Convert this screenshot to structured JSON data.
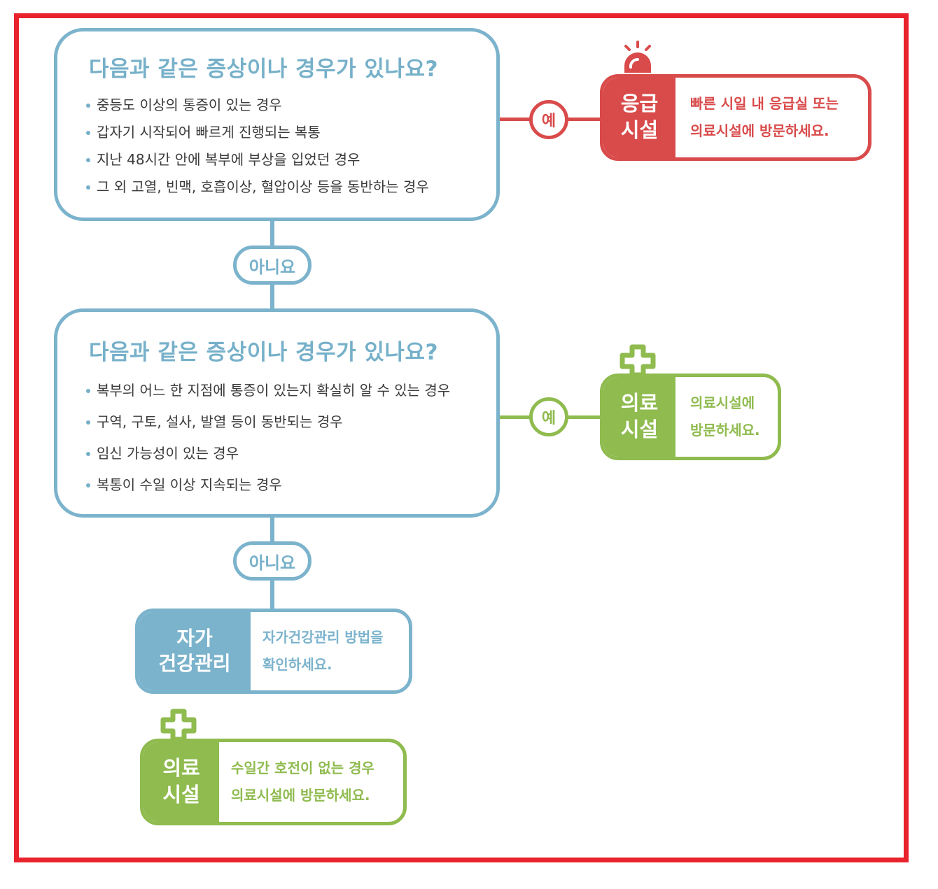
{
  "colors": {
    "frame": "#e8232c",
    "question": "#7cb3cc",
    "emergency": "#d94b4b",
    "medical": "#8fbb4f",
    "selfcare": "#7cb3cc"
  },
  "question1": {
    "title": "다음과 같은 증상이나 경우가 있나요?",
    "items": [
      "중등도 이상의 통증이 있는 경우",
      "갑자기 시작되어 빠르게 진행되는 복통",
      "지난 48시간 안에 복부에 부상을 입었던 경우",
      "그 외 고열, 빈맥, 호흡이상, 혈압이상 등을 동반하는 경우"
    ],
    "yes_label": "예",
    "no_label": "아니요"
  },
  "emergency": {
    "tag_line1": "응급",
    "tag_line2": "시설",
    "msg_line1": "빠른 시일 내 응급실 또는",
    "msg_line2": "의료시설에 방문하세요.",
    "icon": "siren-icon"
  },
  "question2": {
    "title": "다음과 같은 증상이나 경우가 있나요?",
    "items": [
      "복부의 어느 한 지점에 통증이 있는지 확실히 알 수 있는 경우",
      "구역, 구토, 설사, 발열 등이 동반되는 경우",
      "임신 가능성이 있는 경우",
      "복통이 수일 이상 지속되는 경우"
    ],
    "yes_label": "예",
    "no_label": "아니요"
  },
  "medical1": {
    "tag_line1": "의료",
    "tag_line2": "시설",
    "msg_line1": "의료시설에",
    "msg_line2": "방문하세요.",
    "icon": "medical-cross-icon"
  },
  "selfcare": {
    "tag_line1": "자가",
    "tag_line2": "건강관리",
    "msg_line1": "자가건강관리 방법을",
    "msg_line2": "확인하세요."
  },
  "medical2": {
    "tag_line1": "의료",
    "tag_line2": "시설",
    "msg_line1": "수일간 호전이 없는 경우",
    "msg_line2": "의료시설에 방문하세요.",
    "icon": "medical-cross-icon"
  }
}
